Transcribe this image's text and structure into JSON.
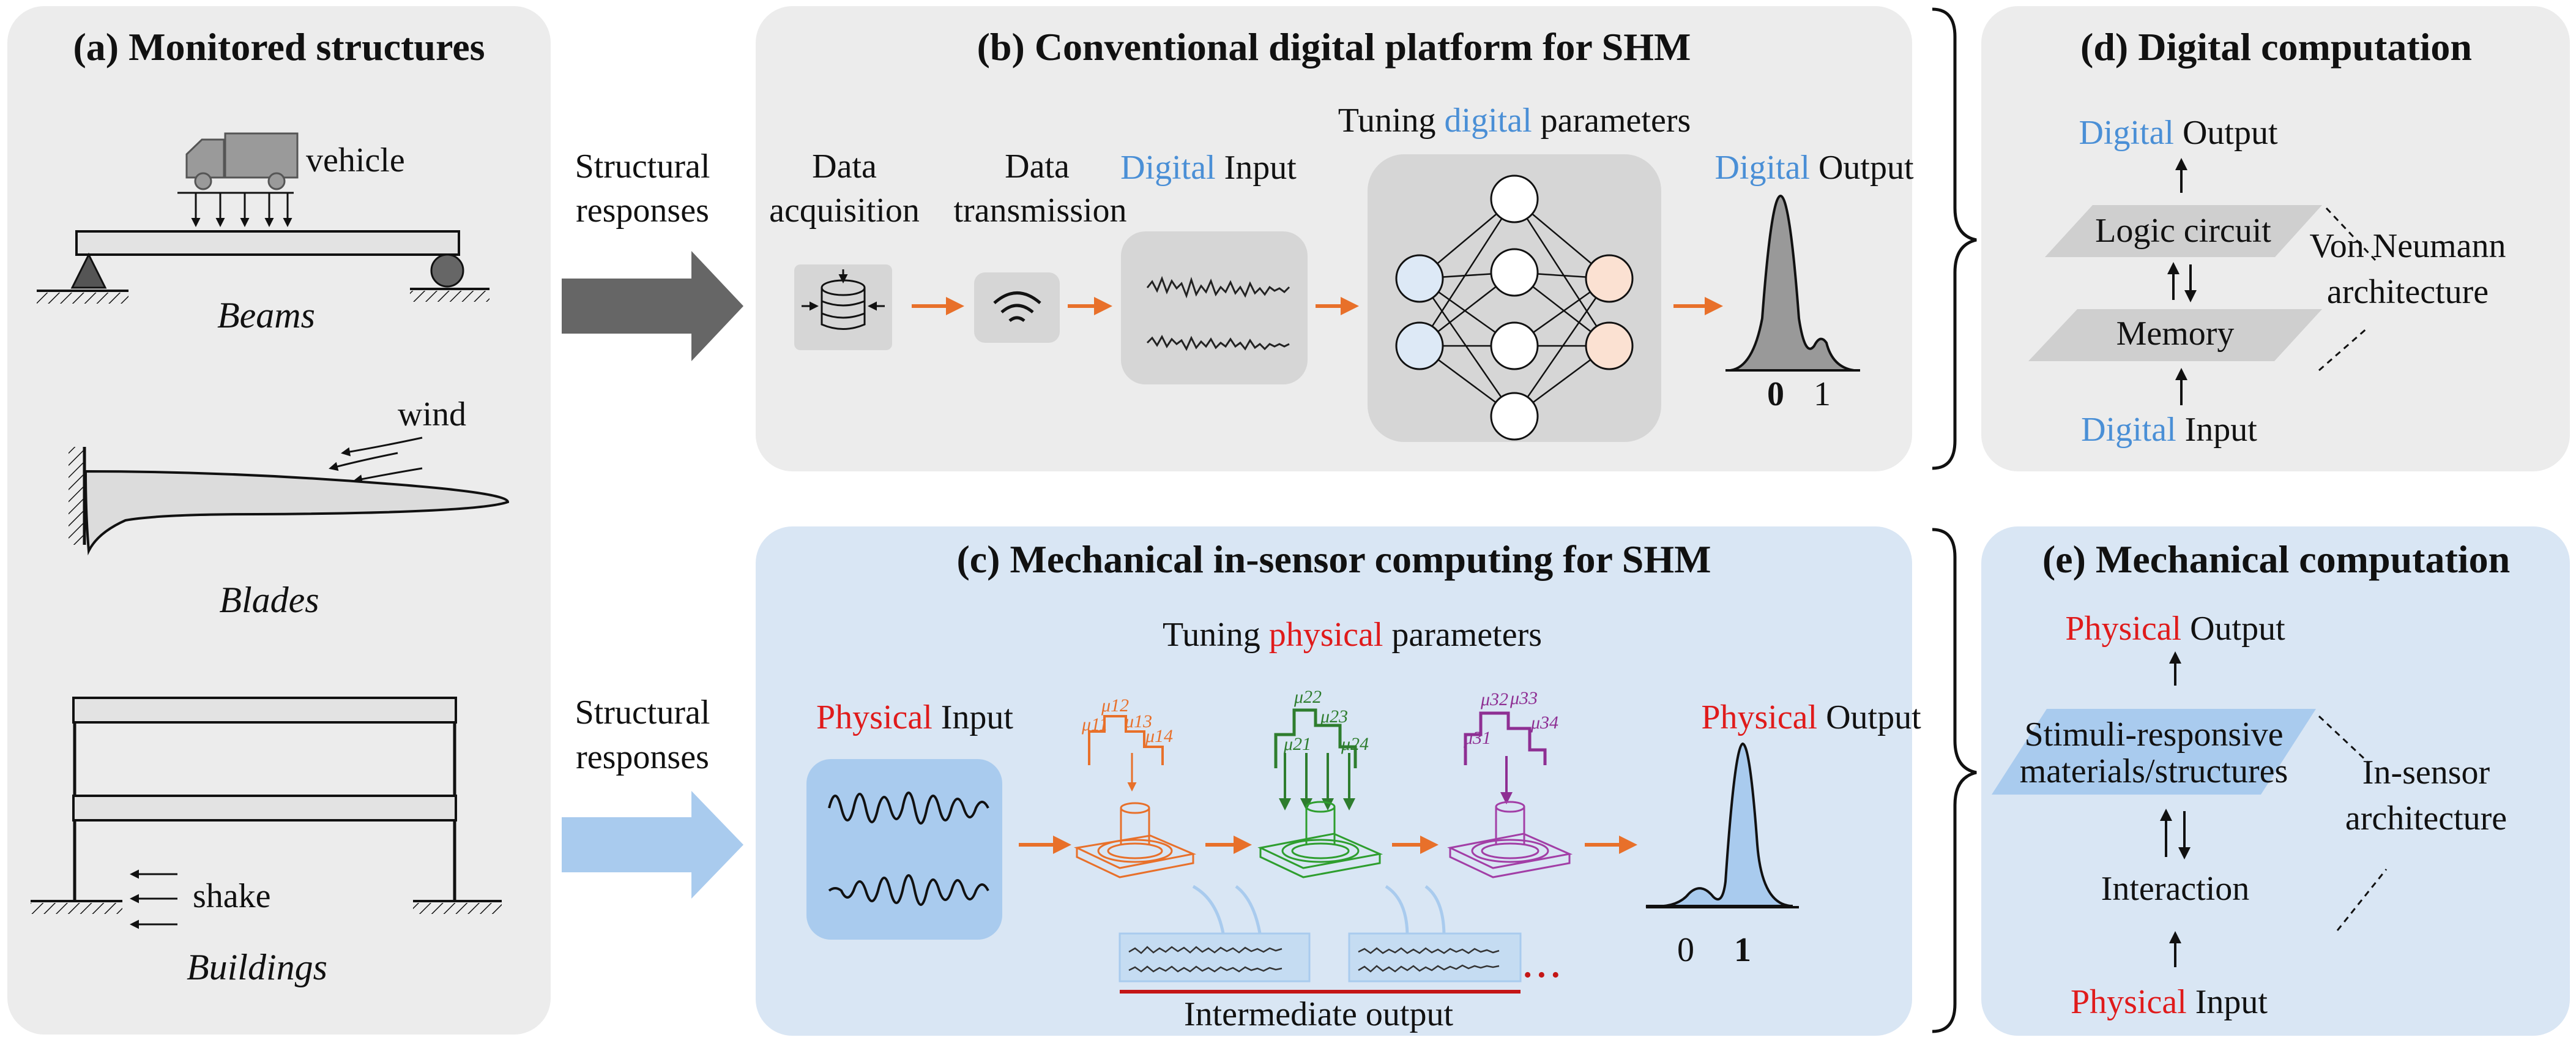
{
  "colors": {
    "gray_panel": "#ececec",
    "blue_panel": "#d9e6f4",
    "digital_blue": "#4a8fd6",
    "physical_red": "#e01b1b",
    "orange_arrow": "#e8702a",
    "green": "#2e9e2e",
    "purple": "#a23ea6"
  },
  "panel_a": {
    "title": "(a) Monitored structures",
    "vehicle": "vehicle",
    "beams": "Beams",
    "wind": "wind",
    "blades": "Blades",
    "shake": "shake",
    "buildings": "Buildings"
  },
  "arrows": {
    "top_line1": "Structural",
    "top_line2": "responses",
    "bottom_line1": "Structural",
    "bottom_line2": "responses"
  },
  "panel_b": {
    "title": "(b) Conventional digital platform for SHM",
    "data_acq_1": "Data",
    "data_acq_2": "acquisition",
    "data_tx_1": "Data",
    "data_tx_2": "transmission",
    "input_colored": "Digital",
    "input_rest": " Input",
    "tuning_pre": "Tuning ",
    "tuning_colored": "digital",
    "tuning_post": " parameters",
    "output_colored": "Digital",
    "output_rest": " Output",
    "x0": "0",
    "x1": "1"
  },
  "panel_c": {
    "title": "(c) Mechanical in-sensor computing for SHM",
    "tuning_pre": "Tuning ",
    "tuning_colored": "physical",
    "tuning_post": " parameters",
    "input_colored": "Physical",
    "input_rest": " Input",
    "output_colored": "Physical",
    "output_rest": " Output",
    "intermediate": "Intermediate output",
    "dots": "• • •",
    "x0": "0",
    "x1": "1",
    "mu_orange": [
      "μ11",
      "μ12",
      "μ13",
      "μ14"
    ],
    "mu_green": [
      "μ21",
      "μ22",
      "μ23",
      "μ24"
    ],
    "mu_purple": [
      "μ31",
      "μ32",
      "μ33",
      "μ34"
    ]
  },
  "panel_d": {
    "title": "(d) Digital computation",
    "out_colored": "Digital",
    "out_rest": " Output",
    "logic": "Logic circuit",
    "memory": "Memory",
    "in_colored": "Digital",
    "in_rest": " Input",
    "arch_1": "Von Neumann",
    "arch_2": "architecture"
  },
  "panel_e": {
    "title": "(e) Mechanical computation",
    "out_colored": "Physical",
    "out_rest": " Output",
    "stim_1": "Stimuli-responsive",
    "stim_2": "materials/structures",
    "interaction": "Interaction",
    "in_colored": "Physical",
    "in_rest": " Input",
    "arch_1": "In-sensor",
    "arch_2": "architecture"
  }
}
